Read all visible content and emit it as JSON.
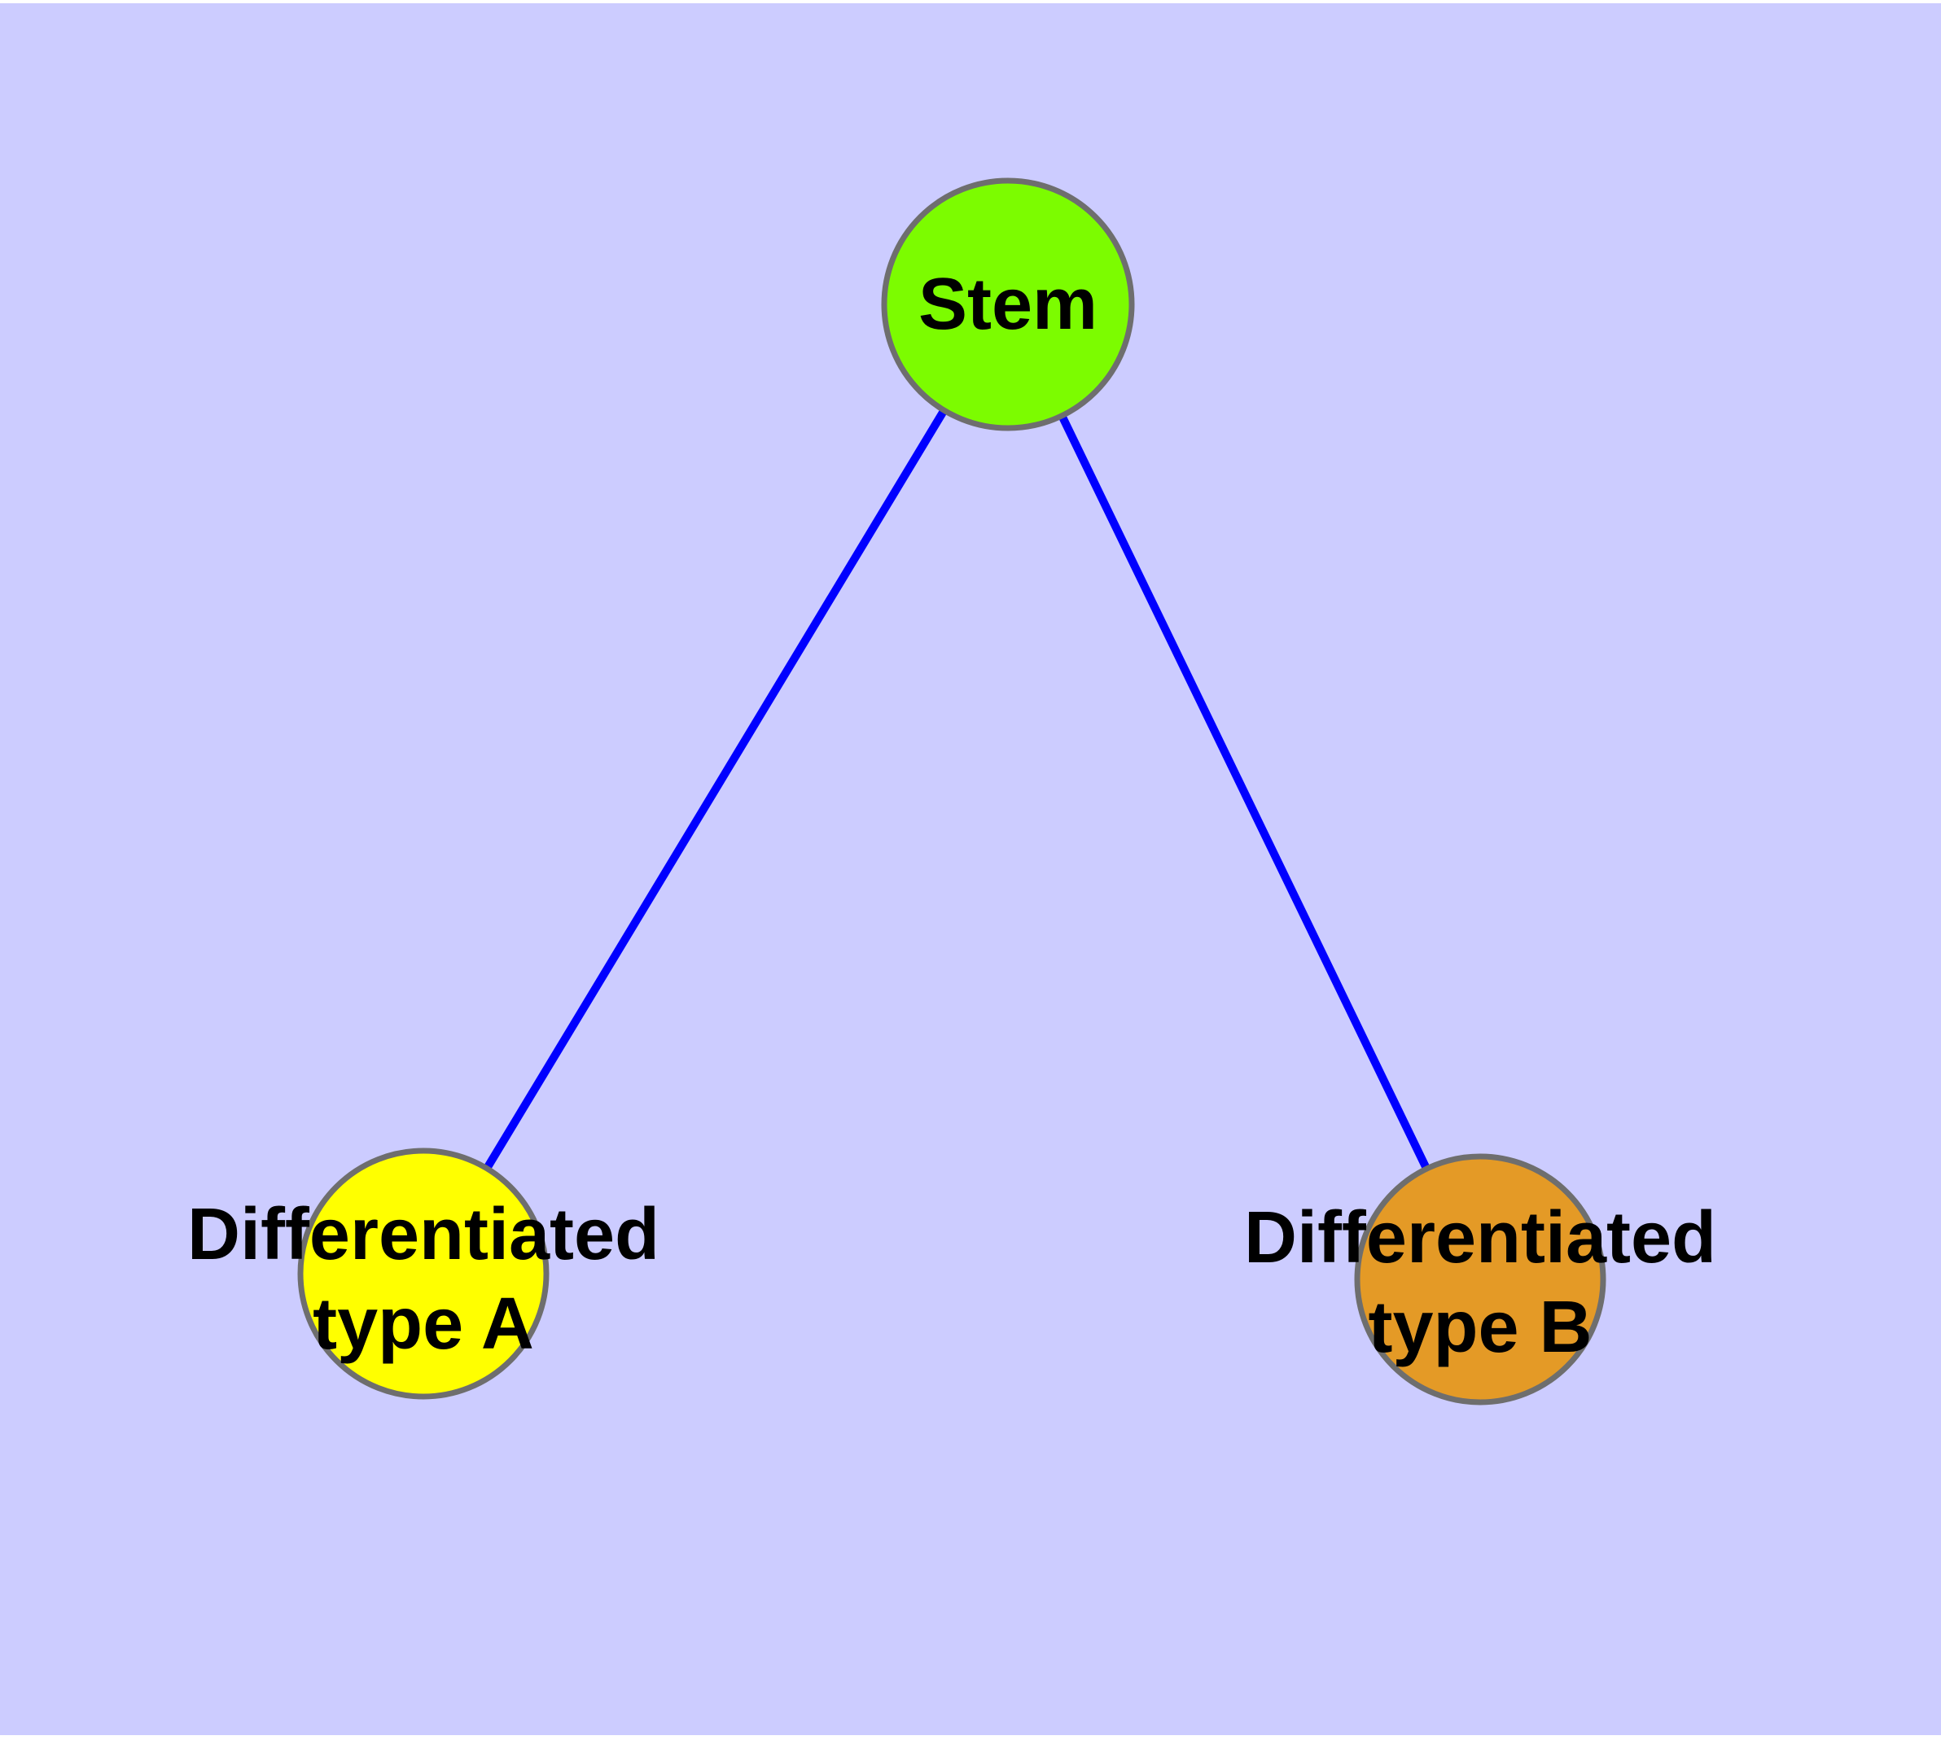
{
  "canvas": {
    "background_color": "#ccccff",
    "margin_color": "#ffffff"
  },
  "graph": {
    "text_color": "#000000",
    "node_border_color": "#6e6e6e",
    "edge_color": "#0000ff",
    "nodes": [
      {
        "id": "stem",
        "label": "Stem",
        "fill": "#7cfc00"
      },
      {
        "id": "differentiated-type-a",
        "label_line1": "Differentiated",
        "label_line2": "type A",
        "fill": "#ffff00"
      },
      {
        "id": "differentiated-type-b",
        "label_line1": "Differentiated",
        "label_line2": "type B",
        "fill": "#e49a26"
      }
    ],
    "edges": [
      {
        "from": "stem",
        "to": "differentiated-type-a",
        "color": "#0000ff"
      },
      {
        "from": "stem",
        "to": "differentiated-type-b",
        "color": "#0000ff"
      }
    ]
  }
}
